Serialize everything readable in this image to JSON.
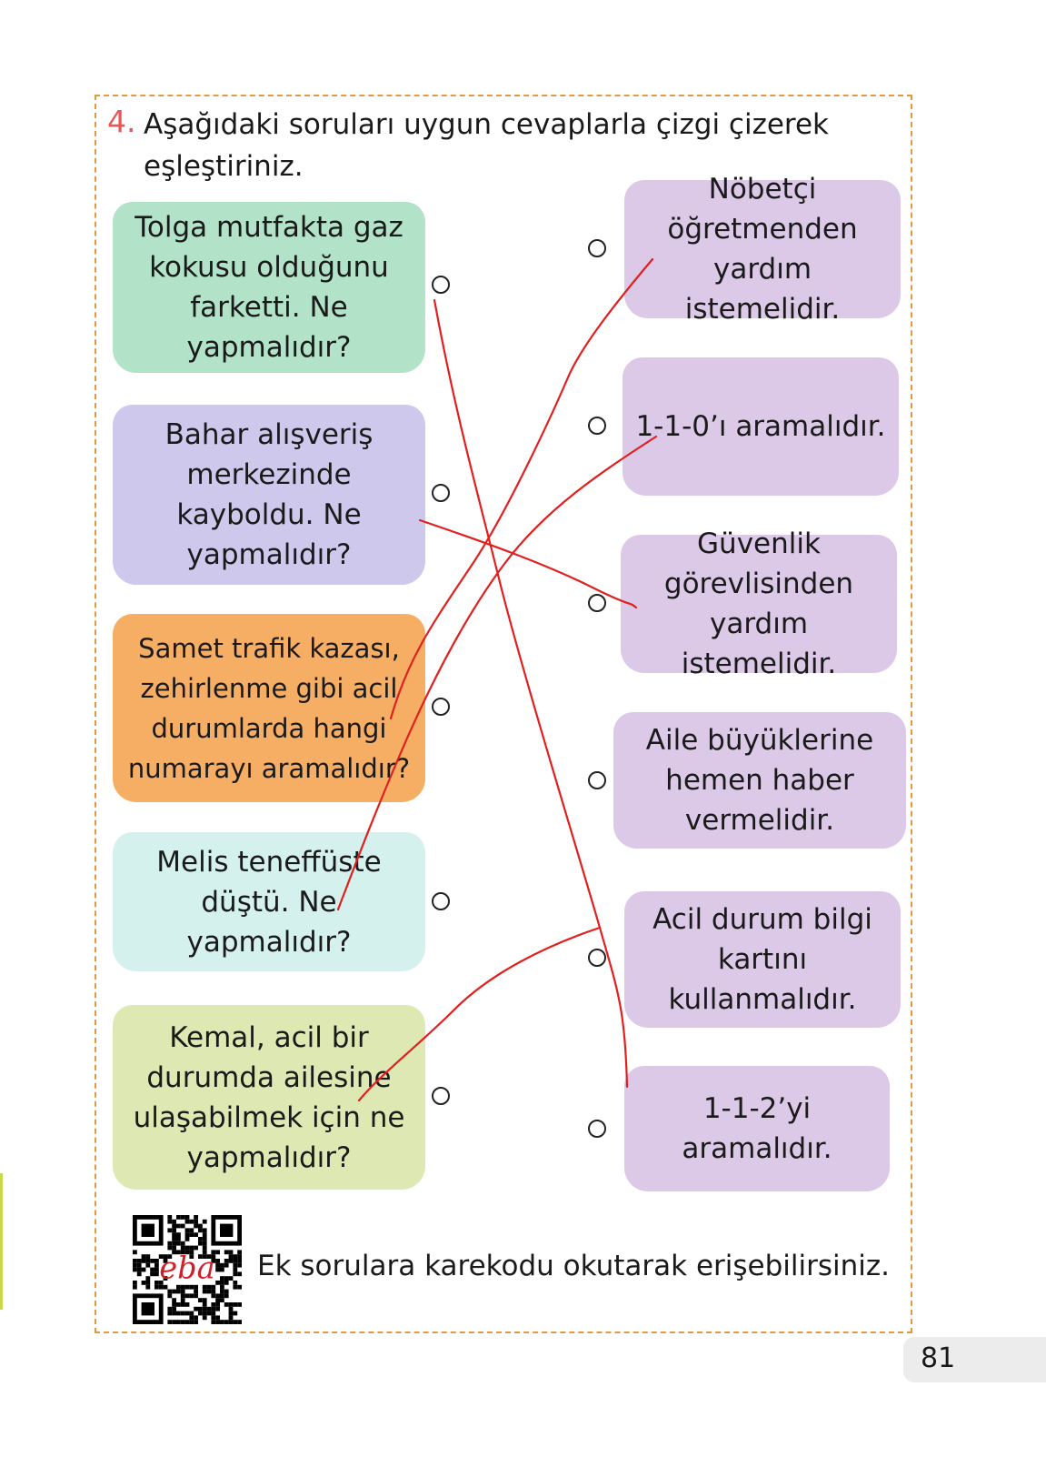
{
  "question": {
    "number": "4.",
    "text": "Aşağıdaki soruları uygun cevaplarla çizgi çizerek eşleştiriniz."
  },
  "questions": [
    {
      "text": "Tolga mutfakta gaz kokusu olduğunu farketti. Ne yapmalıdır?",
      "color": "#b2e3c8"
    },
    {
      "text": "Bahar alışveriş merkezinde kayboldu. Ne yapmalıdır?",
      "color": "#cdc8ec"
    },
    {
      "text": "Samet trafik kazası, zehirlenme gibi acil durumlarda hangi numarayı aramalıdır?",
      "color": "#f6ae65"
    },
    {
      "text": "Melis teneffüste düştü. Ne yapmalıdır?",
      "color": "#d5f1ee"
    },
    {
      "text": "Kemal, acil bir durumda ailesine ulaşabilmek için ne yapmalıdır?",
      "color": "#dde8b3"
    }
  ],
  "answers": [
    {
      "text": "Nöbetçi öğretmenden yardım istemelidir."
    },
    {
      "text": "1-1-0’ı aramalıdır."
    },
    {
      "text": "Güvenlik görevlisinden yardım istemelidir."
    },
    {
      "text": "Aile büyüklerine hemen haber vermelidir."
    },
    {
      "text": "Acil durum bilgi kartını kullanmalıdır."
    },
    {
      "text": "1-1-2’yi aramalıdır."
    }
  ],
  "answer_color": "#dcc9e8",
  "line_color": "#e0201f",
  "drawn_matches": [
    {
      "question": 1,
      "answer": 6
    },
    {
      "question": 2,
      "answer": 3
    },
    {
      "question": 3,
      "answer": 1
    },
    {
      "question": 4,
      "answer": 2
    },
    {
      "question": 5,
      "answer": 5
    }
  ],
  "footer": {
    "qr_logo": "eba",
    "text": "Ek sorulara karekodu okutarak erişebilirsiniz."
  },
  "page_number": "81"
}
